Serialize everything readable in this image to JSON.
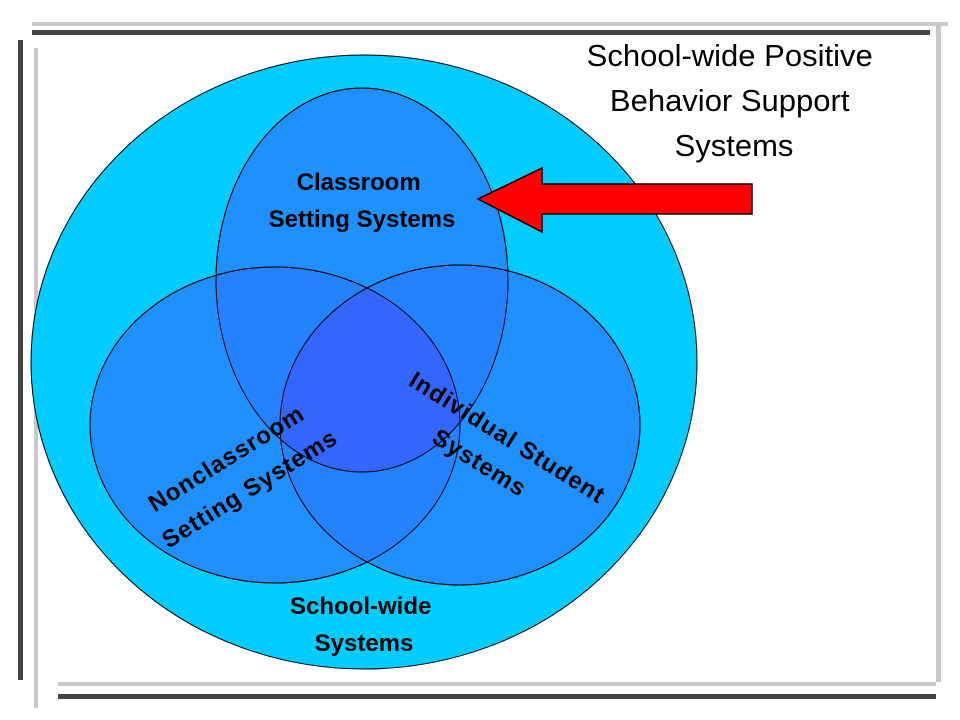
{
  "title": {
    "line1": "School-wide Positive",
    "line2": "Behavior Support",
    "line3": "Systems"
  },
  "regions": {
    "classroom": {
      "line1": "Classroom",
      "line2": "Setting Systems"
    },
    "nonclassroom": {
      "line1": "Nonclassroom",
      "line2": "Setting Systems"
    },
    "individual": {
      "line1": "Individual Student",
      "line2": "Systems"
    },
    "schoolwide": {
      "line1": "School-wide",
      "line2": "Systems"
    }
  },
  "colors": {
    "outer_circle": "#00ccff",
    "inner_ellipse": "#1e90ff",
    "center_overlap": "#3366ff",
    "arrow": "#ff0000",
    "frame_dark": "#333333",
    "frame_light": "#c0c0c0"
  }
}
